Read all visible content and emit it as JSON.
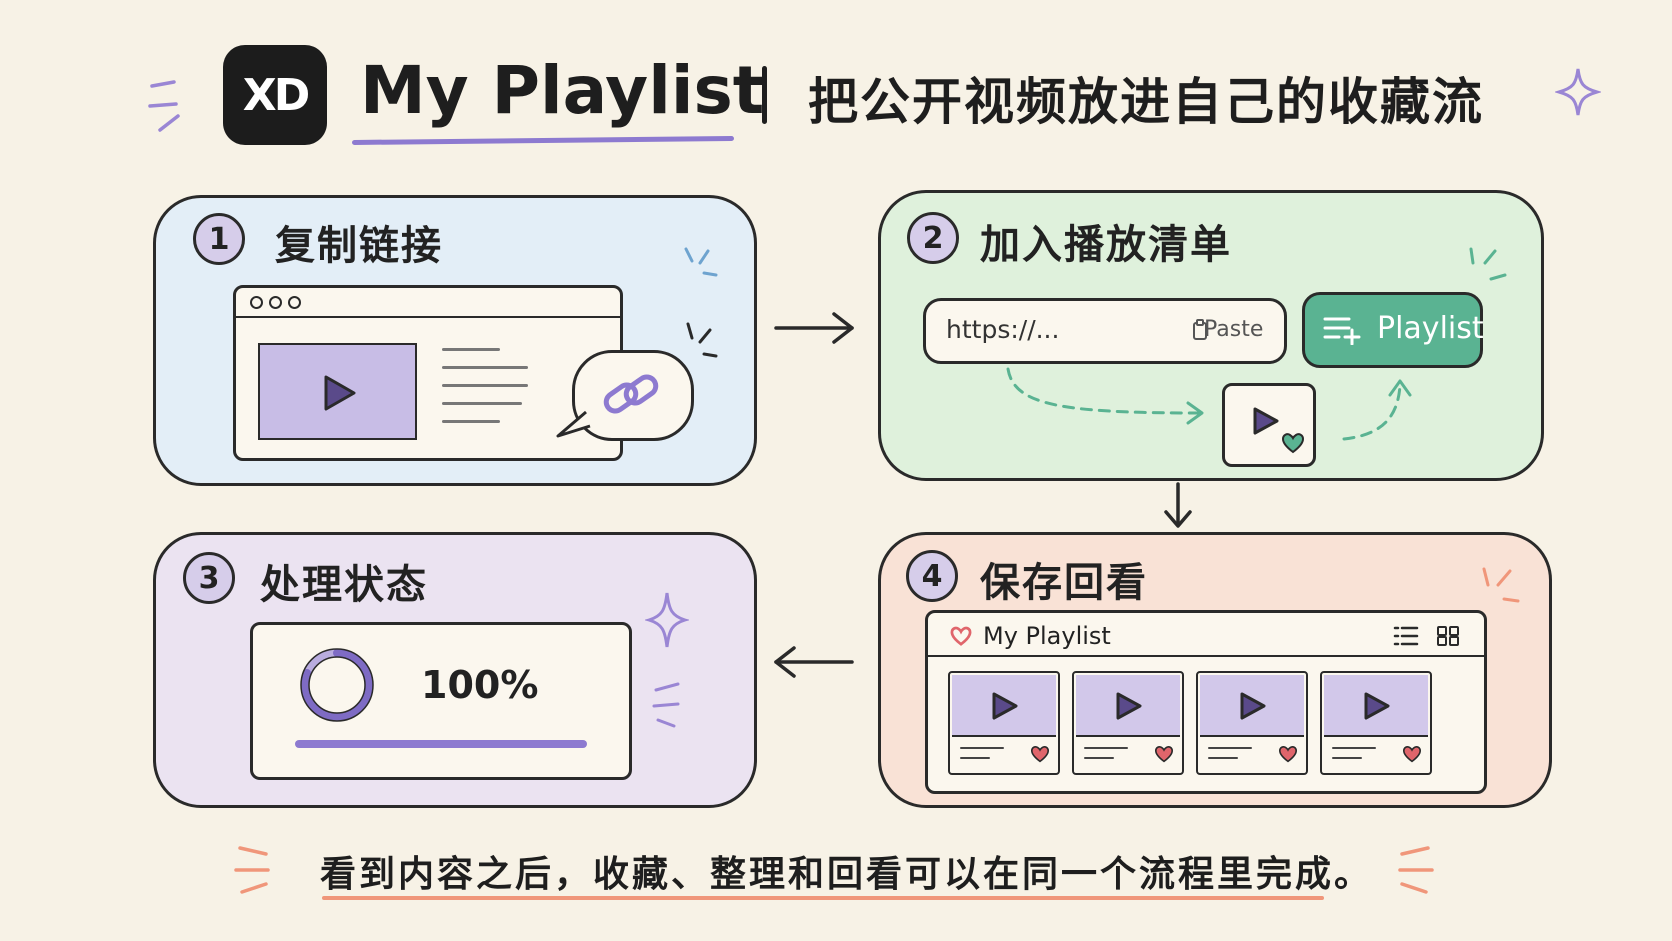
{
  "header": {
    "logo_text": "XD",
    "title": "My Playlist",
    "subtitle": "把公开视频放进自己的收藏流"
  },
  "steps": [
    {
      "number": "1",
      "title": "复制链接"
    },
    {
      "number": "2",
      "title": "加入播放清单"
    },
    {
      "number": "3",
      "title": "处理状态"
    },
    {
      "number": "4",
      "title": "保存回看"
    }
  ],
  "step2": {
    "url_placeholder": "https://...",
    "paste_label": "Paste",
    "playlist_button_label": "Playlist"
  },
  "step3": {
    "progress_label": "100%",
    "progress_value": 1.0
  },
  "step4": {
    "playlist_title": "My Playlist",
    "video_tiles_count": 4
  },
  "footer": {
    "text": "看到内容之后，收藏、整理和回看可以在同一个流程里完成。"
  },
  "colors": {
    "background": "#f7f2e6",
    "card1": "#e3eef7",
    "card2": "#dff1dc",
    "card3": "#ebe3f1",
    "card4": "#f9e2d6",
    "accent_purple": "#8d7ad0",
    "accent_green": "#5ab392",
    "accent_heart": "#e0656b",
    "footer_underline": "#f0967a"
  },
  "icons": [
    "play-icon",
    "link-icon",
    "clipboard-icon",
    "playlist-add-icon",
    "heart-icon",
    "list-view-icon",
    "grid-view-icon",
    "sparkle-icon",
    "spinner-icon"
  ]
}
